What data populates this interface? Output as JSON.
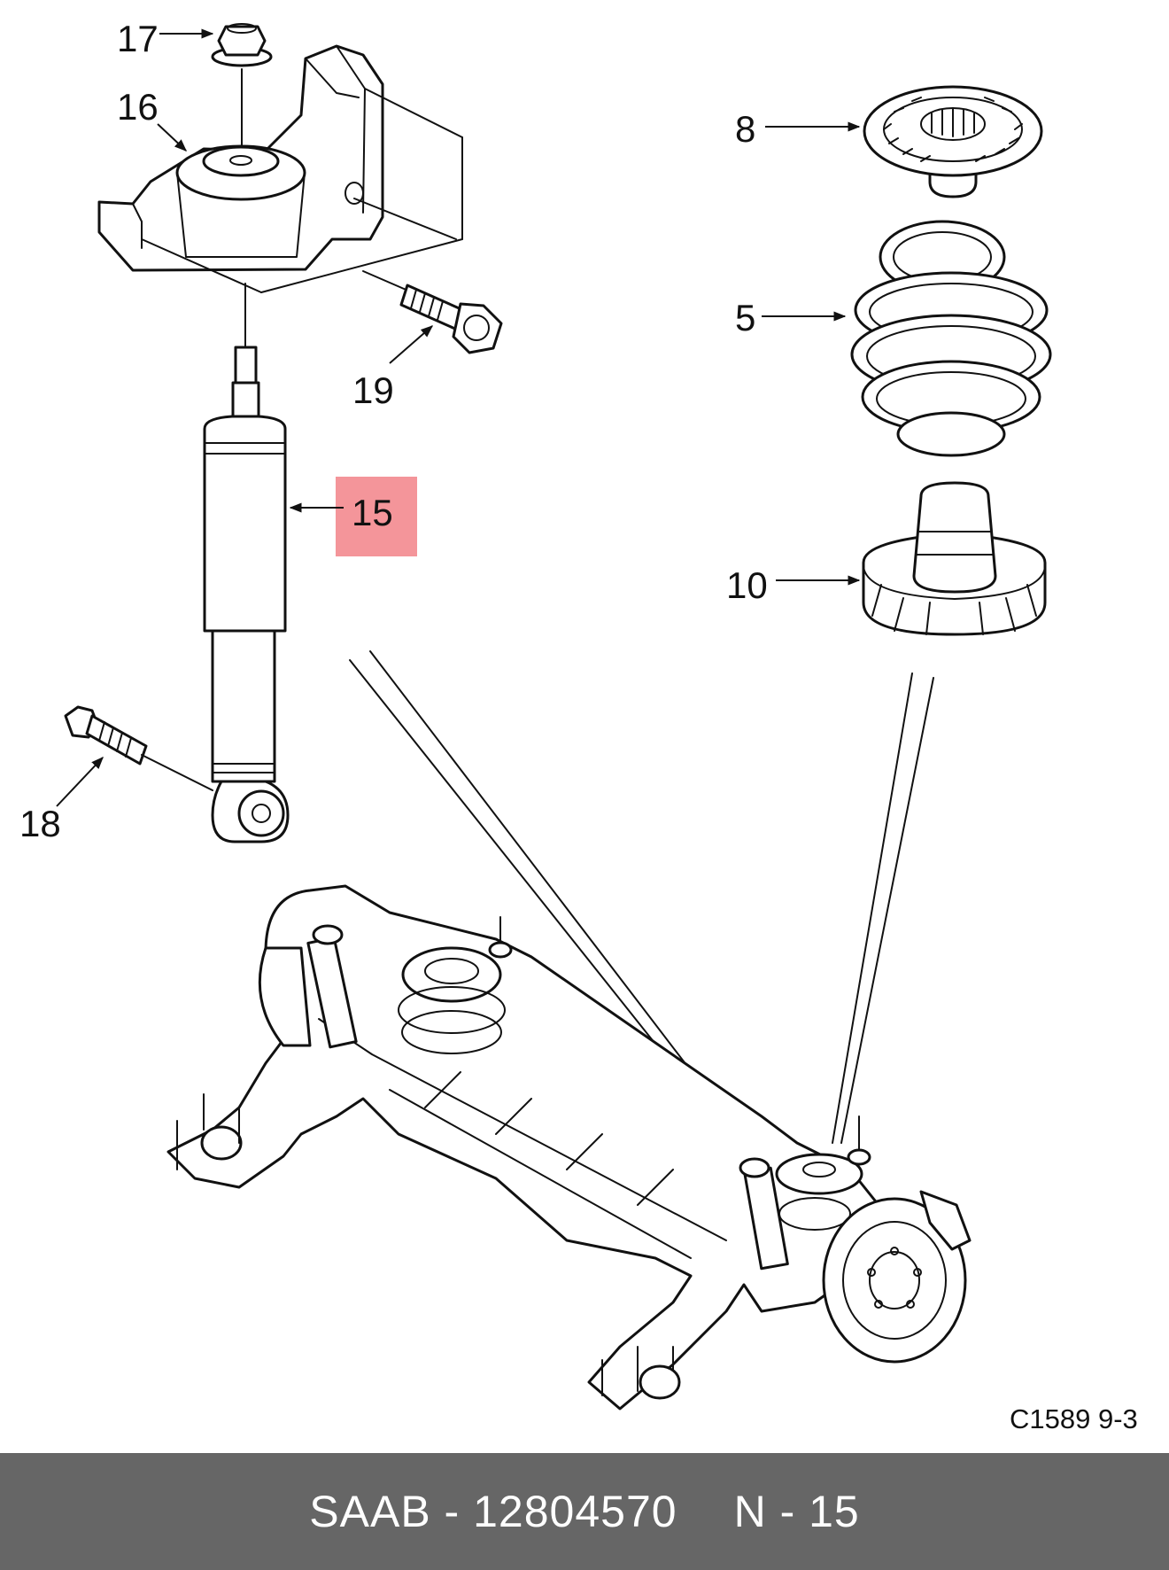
{
  "diagram": {
    "callouts": {
      "c17": "17",
      "c16": "16",
      "c19": "19",
      "c15": "15",
      "c18": "18",
      "c8": "8",
      "c5": "5",
      "c10": "10"
    },
    "highlight_color": "#f4959a",
    "reference_code": "C1589 9-3"
  },
  "footer": {
    "part_line": "SAAB - 12804570",
    "position_line": "N - 15",
    "background_color": "#666666"
  }
}
